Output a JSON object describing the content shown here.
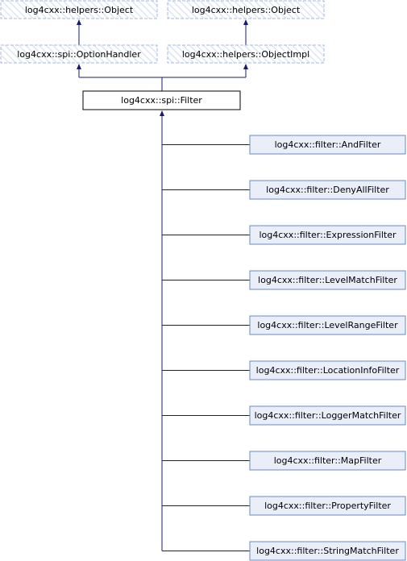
{
  "diagram": {
    "ancestors": [
      {
        "label": "log4cxx::helpers::Object"
      },
      {
        "label": "log4cxx::helpers::Object"
      },
      {
        "label": "log4cxx::spi::OptionHandler"
      },
      {
        "label": "log4cxx::helpers::ObjectImpl"
      }
    ],
    "base": {
      "label": "log4cxx::spi::Filter"
    },
    "subclasses": [
      {
        "label": "log4cxx::filter::AndFilter"
      },
      {
        "label": "log4cxx::filter::DenyAllFilter"
      },
      {
        "label": "log4cxx::filter::ExpressionFilter"
      },
      {
        "label": "log4cxx::filter::LevelMatchFilter"
      },
      {
        "label": "log4cxx::filter::LevelRangeFilter"
      },
      {
        "label": "log4cxx::filter::LocationInfoFilter"
      },
      {
        "label": "log4cxx::filter::LoggerMatchFilter"
      },
      {
        "label": "log4cxx::filter::MapFilter"
      },
      {
        "label": "log4cxx::filter::PropertyFilter"
      },
      {
        "label": "log4cxx::filter::StringMatchFilter"
      }
    ],
    "colors": {
      "edge": "#191970",
      "dashed_border": "#a2b8e0",
      "hatch": "#dde6f3",
      "sub_fill": "#e9eef8",
      "sub_border": "#6b89c2",
      "base_border": "#000000"
    }
  }
}
